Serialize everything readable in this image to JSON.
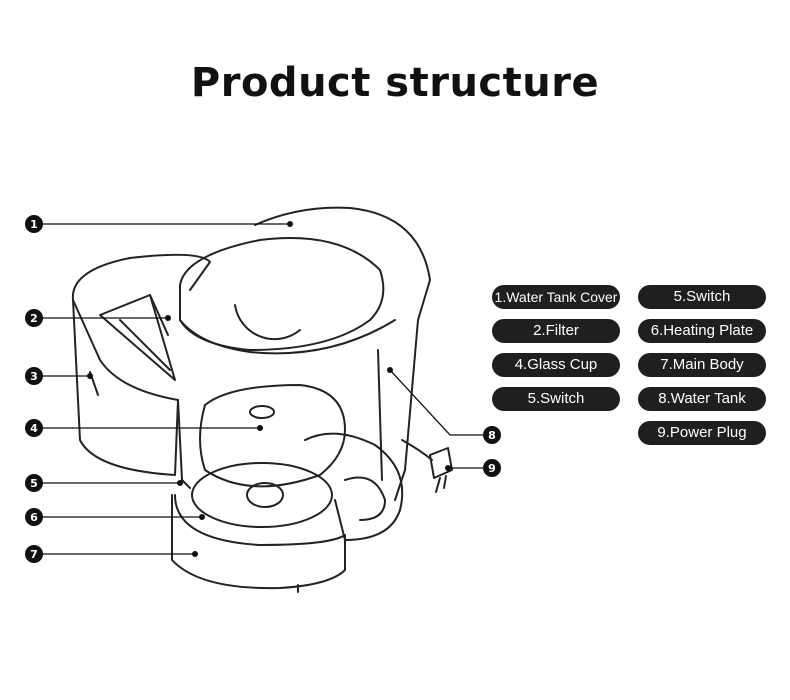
{
  "title": "Product structure",
  "markers": [
    "1",
    "2",
    "3",
    "4",
    "5",
    "6",
    "7",
    "8",
    "9"
  ],
  "legend": [
    "1.Water Tank Cover",
    "2.Filter",
    "4.Glass Cup",
    "5.Switch",
    "5.Switch",
    "6.Heating Plate",
    "7.Main Body",
    "8.Water Tank",
    "9.Power Plug"
  ]
}
